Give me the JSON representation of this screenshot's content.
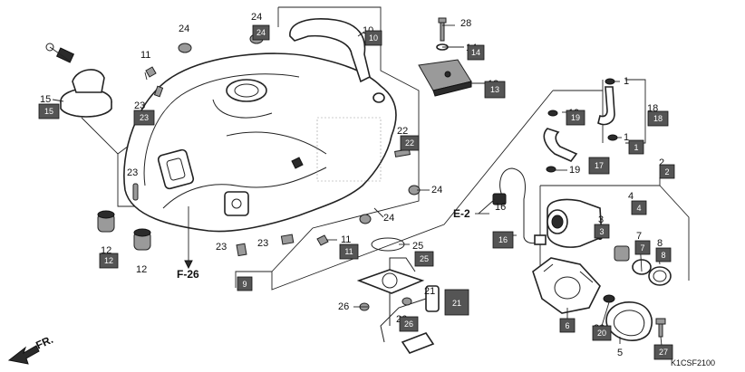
{
  "part_numbers": {
    "p1": "1",
    "p2": "2",
    "p3": "3",
    "p4": "4",
    "p5": "5",
    "p6": "6",
    "p7": "7",
    "p8": "8",
    "p9": "9",
    "p10": "10",
    "p11": "11",
    "p12": "12",
    "p13": "13",
    "p14": "14",
    "p15": "15",
    "p16": "16",
    "p17": "17",
    "p18": "18",
    "p19": "19",
    "p20": "20",
    "p21": "21",
    "p22": "22",
    "p23": "23",
    "p24": "24",
    "p25": "25",
    "p26": "26",
    "p27": "27",
    "p28": "28"
  },
  "references": {
    "f26": "F-26",
    "e2": "E-2",
    "front": "FR."
  },
  "diagram_code": "K1CSF2100"
}
